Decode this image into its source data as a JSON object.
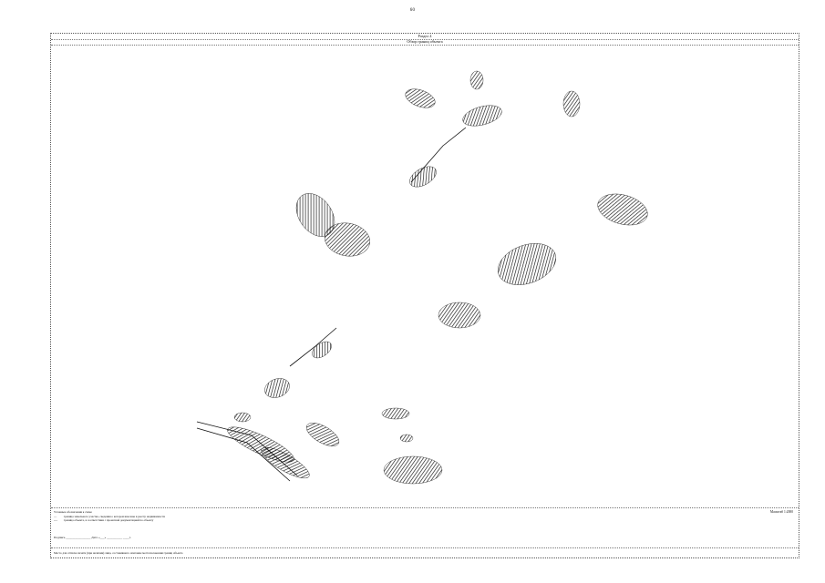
{
  "page": {
    "number": "60"
  },
  "header": {
    "line1": "Раздел 4",
    "line2": "Обзор границ объекта"
  },
  "legend": {
    "title": "Условные обозначения к схеме",
    "items": [
      {
        "symbol": "—",
        "text": "граница земельного участка, сведения о котором внесены в реестр недвижимости"
      },
      {
        "symbol": "----",
        "text": "граница объекта, в соответствии с проектной документацией по объекту"
      }
    ],
    "scale": "Масштаб 1:2000"
  },
  "signature": {
    "text": "Подпись ________________  Дата «___» __________ ____г."
  },
  "footnote": {
    "text": "Место для оттиска печати (при наличии) лица, составившего описание местоположения границ объекта"
  },
  "colors": {
    "ink": "#111111",
    "frame": "#555555",
    "background": "#ffffff"
  }
}
